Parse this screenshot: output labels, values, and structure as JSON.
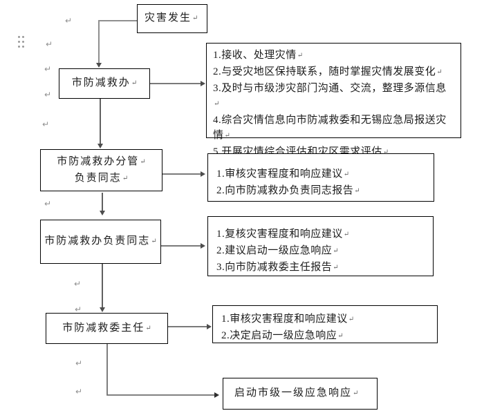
{
  "marks": {
    "return": "↵"
  },
  "icons": {
    "drag_handle": "six-dot-grid"
  },
  "colors": {
    "background": "#ffffff",
    "box_border": "#000000",
    "text": "#1c1c1c",
    "connector": "#4d4d4d",
    "connector_light": "#8f8f8f",
    "mark_gray": "#8f8f8f"
  },
  "flowchart": {
    "start": "灾害发生",
    "steps": [
      {
        "label_lines": [
          "市防减救办"
        ],
        "details": [
          "1.接收、处理灾情",
          "2.与受灾地区保持联系，随时掌握灾情发展变化",
          "3.及时与市级涉灾部门沟通、交流，整理多源信息",
          "4.综合灾情信息向市防减救委和无锡应急局报送灾情",
          "5.开展灾情综合评估和灾区需求评估"
        ]
      },
      {
        "label_lines": [
          "市防减救办分管",
          "负责同志"
        ],
        "details": [
          "1.审核灾害程度和响应建议",
          "2.向市防减救办负责同志报告"
        ]
      },
      {
        "label_lines": [
          "市防减救办负责同志"
        ],
        "details": [
          "1.复核灾害程度和响应建议",
          "2.建议启动一级应急响应",
          "3.向市防减救委主任报告"
        ]
      },
      {
        "label_lines": [
          "市防减救委主任"
        ],
        "details": [
          "1.审核灾害程度和响应建议",
          "2.决定启动一级应急响应"
        ]
      }
    ],
    "end": "启动市级一级应急响应"
  }
}
